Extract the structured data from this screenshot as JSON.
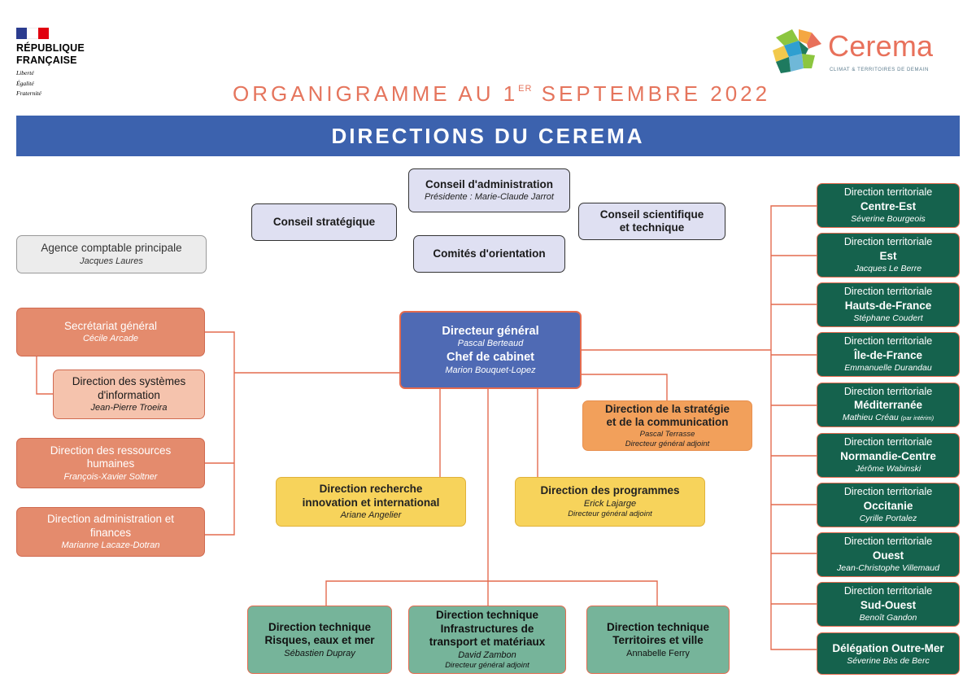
{
  "header": {
    "republique_line1": "RÉPUBLIQUE",
    "republique_line2": "FRANÇAISE",
    "motto_1": "Liberté",
    "motto_2": "Égalité",
    "motto_3": "Fraternité",
    "cerema_name": "Cerema",
    "cerema_tagline": "CLIMAT & TERRITOIRES DE DEMAIN",
    "title_main": "ORGANIGRAMME AU 1",
    "title_sup": "ER",
    "title_rest": " SEPTEMBRE 2022",
    "banner": "DIRECTIONS DU CEREMA"
  },
  "colors": {
    "accent": "#e5755d",
    "banner": "#3c62ae",
    "director": "#4f6ab4",
    "territorial": "#15624d",
    "technical": "#76b49a",
    "program": "#f7d35b",
    "strategy": "#f2a05b",
    "support": "#e48b6d",
    "governance": "#dfe0f2",
    "connector": "#e46b4f"
  },
  "governance": {
    "ca_title": "Conseil d'administration",
    "ca_person": "Présidente : Marie-Claude Jarrot",
    "strategique": "Conseil stratégique",
    "scientifique_1": "Conseil scientifique",
    "scientifique_2": "et technique",
    "comites": "Comités d'orientation"
  },
  "agence": {
    "title": "Agence comptable principale",
    "person": "Jacques Laures"
  },
  "support": {
    "sg_title": "Secrétariat général",
    "sg_person": "Cécile Arcade",
    "dsi_1": "Direction des systèmes",
    "dsi_2": "d'information",
    "dsi_person": "Jean-Pierre Troeira",
    "drh_1": "Direction des ressources",
    "drh_2": "humaines",
    "drh_person": "François-Xavier Soltner",
    "daf_1": "Direction administration et",
    "daf_2": "finances",
    "daf_person": "Marianne Lacaze-Dotran"
  },
  "dg": {
    "title": "Directeur général",
    "person": "Pascal Berteaud",
    "cab_title": "Chef de cabinet",
    "cab_person": "Marion Bouquet-Lopez"
  },
  "strategy": {
    "line1": "Direction de la stratégie",
    "line2": "et de la communication",
    "person": "Pascal Terrasse",
    "role": "Directeur général adjoint"
  },
  "research": {
    "line1": "Direction recherche",
    "line2": "innovation et international",
    "person": "Ariane Angelier"
  },
  "programs": {
    "title": "Direction des programmes",
    "person": "Erick Lajarge",
    "role": "Directeur général adjoint"
  },
  "technical": [
    {
      "line1": "Direction technique",
      "line2": "Risques, eaux et mer",
      "line3": "",
      "person": "Sébastien Dupray",
      "role": ""
    },
    {
      "line1": "Direction technique",
      "line2": "Infrastructures de",
      "line3": "transport et matériaux",
      "person": "David Zambon",
      "role": "Directeur général adjoint"
    },
    {
      "line1": "Direction technique",
      "line2": "Territoires et ville",
      "line3": "",
      "person": "Annabelle Ferry",
      "role": ""
    }
  ],
  "territorial_label": "Direction territoriale",
  "territorial": [
    {
      "region": "Centre-Est",
      "person": "Séverine Bourgeois",
      "note": ""
    },
    {
      "region": "Est",
      "person": "Jacques Le Berre",
      "note": ""
    },
    {
      "region": "Hauts-de-France",
      "person": "Stéphane Coudert",
      "note": ""
    },
    {
      "region": "Île-de-France",
      "person": "Emmanuelle Durandau",
      "note": ""
    },
    {
      "region": "Méditerranée",
      "person": "Mathieu Créau",
      "note": "(par intérim)"
    },
    {
      "region": "Normandie-Centre",
      "person": "Jérôme Wabinski",
      "note": ""
    },
    {
      "region": "Occitanie",
      "person": "Cyrille Portalez",
      "note": ""
    },
    {
      "region": "Ouest",
      "person": "Jean-Christophe Villemaud",
      "note": ""
    },
    {
      "region": "Sud-Ouest",
      "person": "Benoît Gandon",
      "note": ""
    }
  ],
  "outremer": {
    "title": "Délégation Outre-Mer",
    "person": "Séverine Bès de Berc"
  }
}
